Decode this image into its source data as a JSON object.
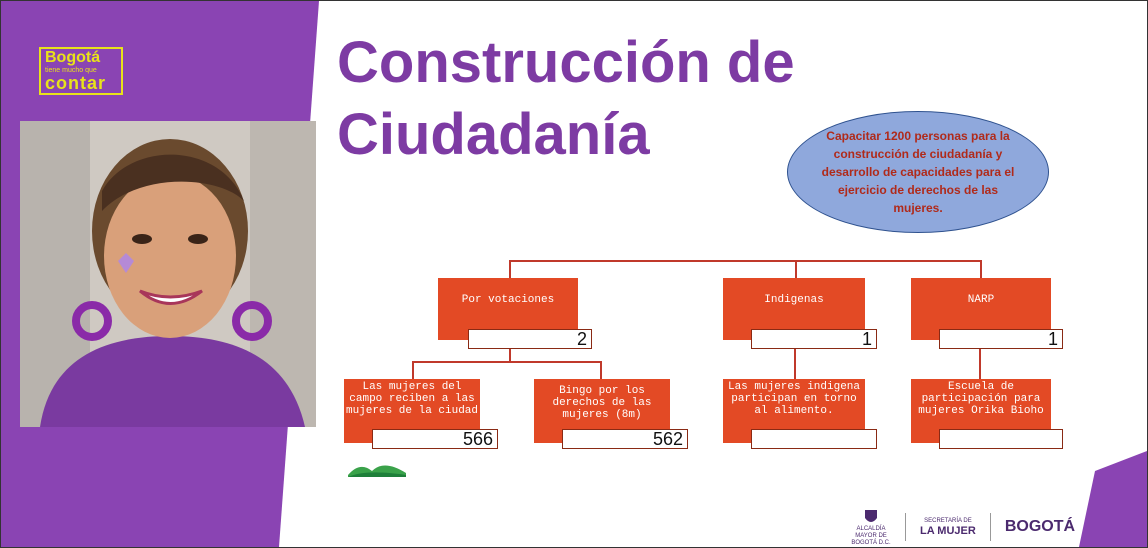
{
  "logo": {
    "line1": "Bogotá",
    "line2": "tiene mucho que",
    "line3": "contar"
  },
  "title": {
    "line1": "Construcción de",
    "line2": "Ciudadanía"
  },
  "goal": "Capacitar 1200 personas para la construcción de ciudadanía y desarrollo de capacidades para el ejercicio de derechos de las mujeres.",
  "nodes": {
    "votaciones": {
      "label": "Por votaciones",
      "value": "2"
    },
    "indigenas": {
      "label": "Indigenas",
      "value": "1"
    },
    "narp": {
      "label": "NARP",
      "value": "1"
    },
    "campo": {
      "label": "Las mujeres del campo reciben a las mujeres de la ciudad",
      "value": "566"
    },
    "bingo": {
      "label": "Bingo por los derechos de las mujeres (8m)",
      "value": "562"
    },
    "alimento": {
      "label": "Las mujeres indigena participan en torno al alimento.",
      "value": ""
    },
    "escuela": {
      "label": "Escuela de participación para mujeres Orika Bioho",
      "value": ""
    }
  },
  "footer": {
    "alcaldia": "ALCALDÍA MAYOR DE BOGOTÁ D.C.",
    "secretaria": "SECRETARÍA DE",
    "mujer": "LA MUJER",
    "bogota": "BOGOTÁ"
  },
  "colors": {
    "purple": "#8a44b3",
    "title": "#7d3ba3",
    "node": "#e34a25",
    "ellipse": "#8fa8dc",
    "logo": "#e8e21a"
  }
}
